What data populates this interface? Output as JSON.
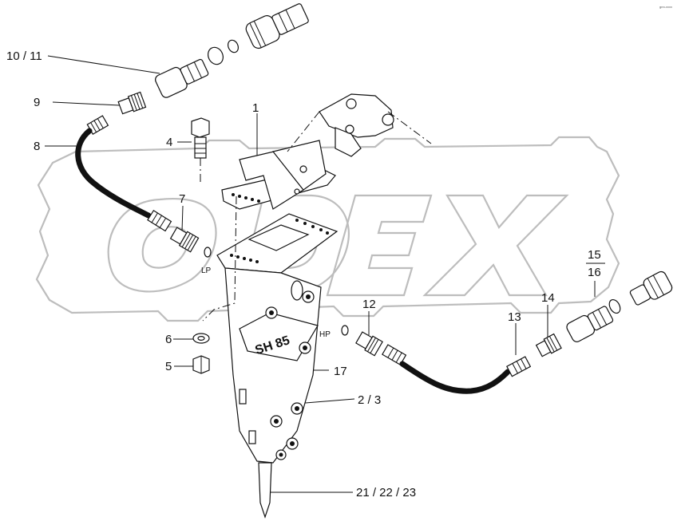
{
  "diagram": {
    "corner_mark": "gnn-xxxx",
    "watermark_brand": "ODEX",
    "model_marking": "SH 85",
    "port_labels": {
      "low_pressure": "LP",
      "high_pressure": "HP"
    },
    "callouts": [
      {
        "id": "c1",
        "text": "1"
      },
      {
        "id": "c4",
        "text": "4"
      },
      {
        "id": "c7",
        "text": "7"
      },
      {
        "id": "c8",
        "text": "8"
      },
      {
        "id": "c9",
        "text": "9"
      },
      {
        "id": "c1011",
        "text": "10 / 11"
      },
      {
        "id": "c6",
        "text": "6"
      },
      {
        "id": "c5",
        "text": "5"
      },
      {
        "id": "c12",
        "text": "12"
      },
      {
        "id": "c13",
        "text": "13"
      },
      {
        "id": "c14",
        "text": "14"
      },
      {
        "id": "c15",
        "text": "15"
      },
      {
        "id": "c16",
        "text": "16"
      },
      {
        "id": "c17",
        "text": "17"
      },
      {
        "id": "c23",
        "text": "2 / 3"
      },
      {
        "id": "c212223",
        "text": "21 / 22 / 23"
      }
    ]
  }
}
